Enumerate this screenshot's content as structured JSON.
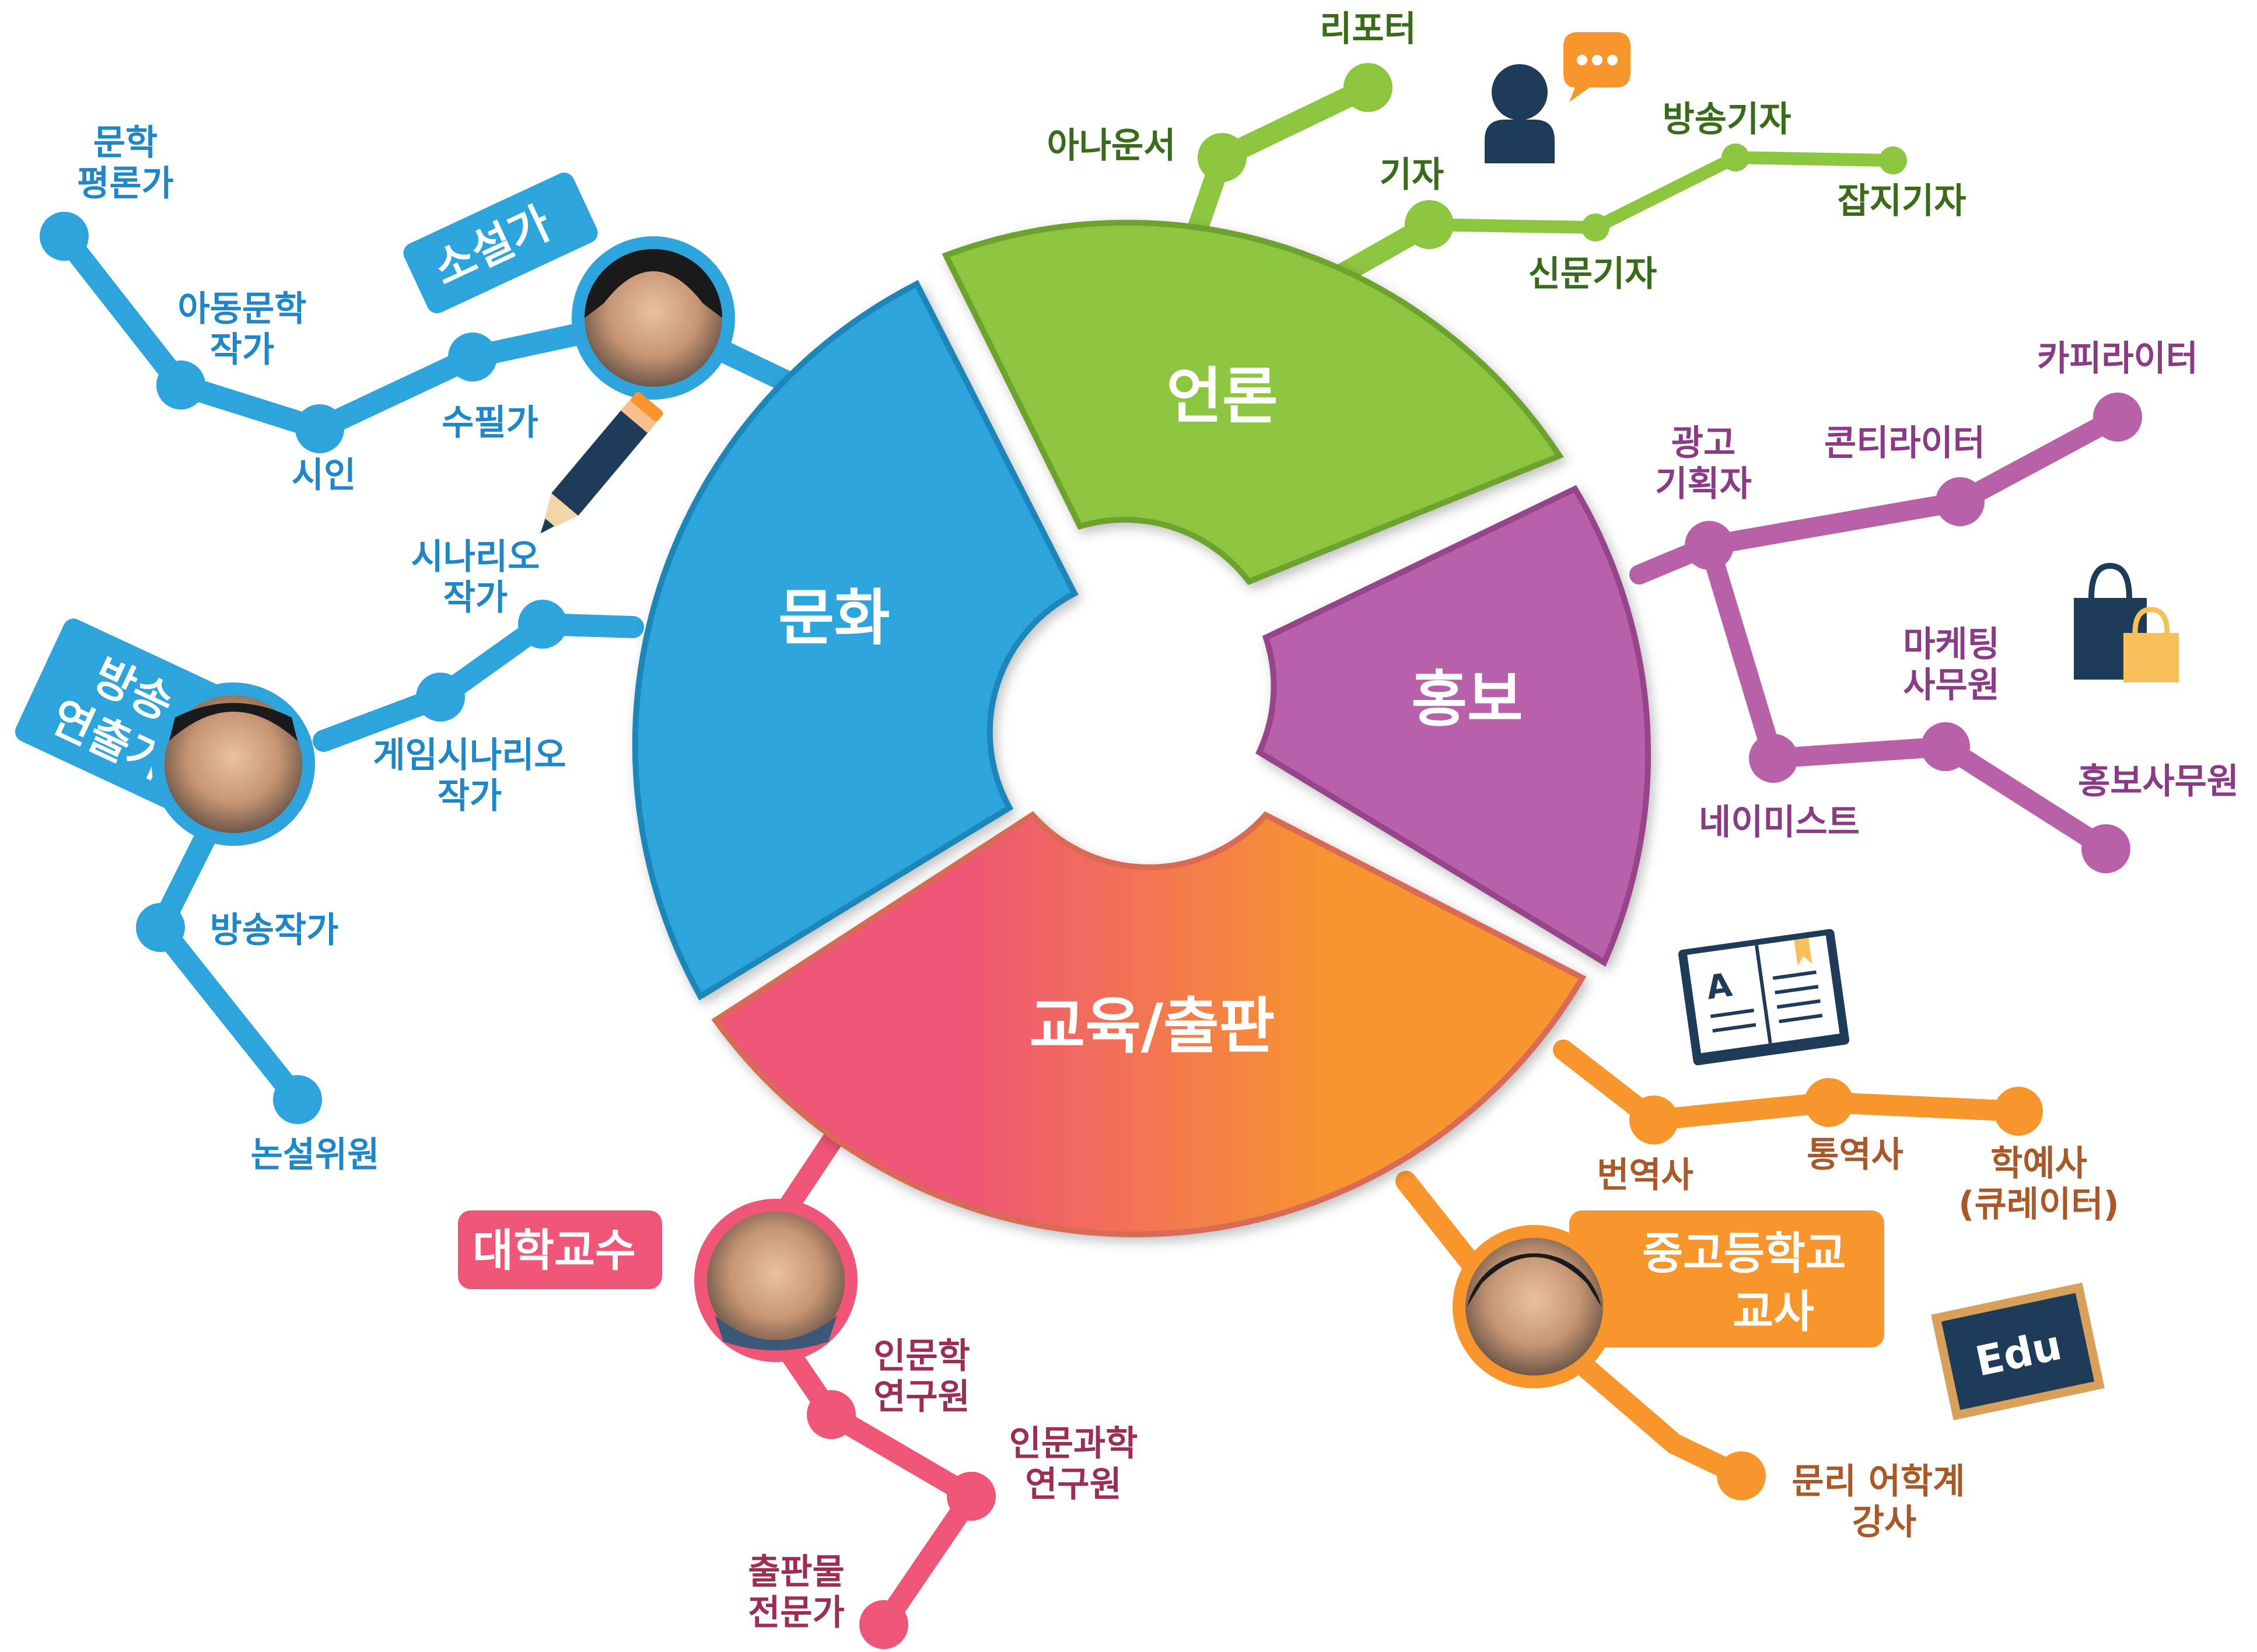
{
  "colors": {
    "culture": "#2ea4dc",
    "media": "#8cc63f",
    "media_text": "#3a6b1a",
    "pr": "#b861a9",
    "pr_text": "#8b3b86",
    "edu_pink": "#ee5576",
    "edu_orange": "#f7962d",
    "edu_text": "#a9582a",
    "pink_text": "#9c2e52",
    "navy": "#1e3b5a"
  },
  "segments": {
    "culture": "문화",
    "media": "언론",
    "pr": "홍보",
    "edu": "교육/출판"
  },
  "featured": {
    "novelist": "소설가",
    "broadcast_producer": [
      "방송",
      "연출가"
    ],
    "professor": "대학교수",
    "teacher": [
      "중고등학교",
      "교사"
    ]
  },
  "jobs": {
    "culture": {
      "literary_critic": [
        "문학",
        "평론가"
      ],
      "children_writer": [
        "아동문학",
        "작가"
      ],
      "poet": "시인",
      "essayist": "수필가",
      "scenario_writer": [
        "시나리오",
        "작가"
      ],
      "game_scenario_writer": [
        "게임시나리오",
        "작가"
      ],
      "broadcast_writer": "방송작가",
      "editorial_writer": "논설위원"
    },
    "media": {
      "reporter": "리포터",
      "announcer": "아나운서",
      "journalist": "기자",
      "newspaper_journalist": "신문기자",
      "broadcast_journalist": "방송기자",
      "magazine_journalist": "잡지기자"
    },
    "pr": {
      "copywriter": "카피라이터",
      "content_writer": "콘티라이터",
      "ad_planner": [
        "광고",
        "기획자"
      ],
      "marketing_clerk": [
        "마케팅",
        "사무원"
      ],
      "namist": "네이미스트",
      "pr_clerk": "홍보사무원"
    },
    "edu": {
      "translator": "번역사",
      "interpreter": "통역사",
      "curator": [
        "학예사",
        "(큐레이터)"
      ],
      "language_instructor": [
        "문리 어학계",
        "강사"
      ],
      "humanities_researcher": [
        "인문학",
        "연구원"
      ],
      "humanities_science_researcher": [
        "인문과학",
        "연구원"
      ],
      "publishing_expert": [
        "출판물",
        "전문가"
      ]
    }
  },
  "icons": [
    "person-speech-icon",
    "pencil-icon",
    "shopping-bags-icon",
    "book-icon",
    "chalkboard-icon"
  ],
  "chalkboard_text": "Edu"
}
